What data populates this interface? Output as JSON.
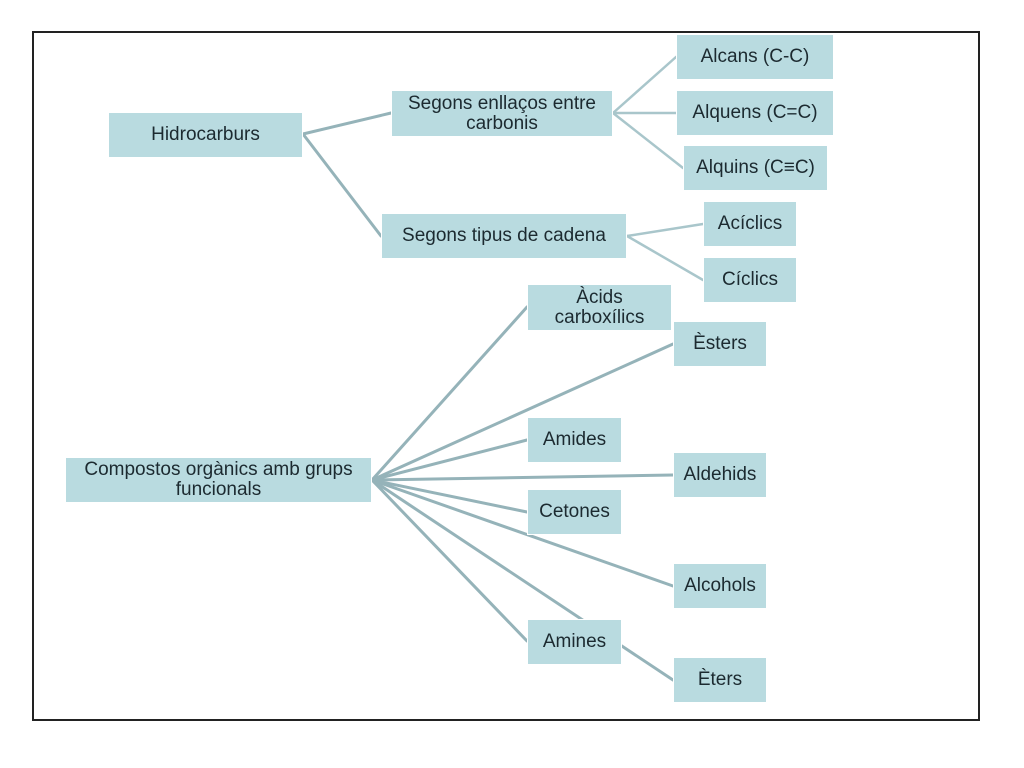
{
  "diagram": {
    "colors": {
      "node_fill": "#b9dbe0",
      "connector": "#95b3b9",
      "text": "#1c2a30",
      "frame": "#222222"
    },
    "nodes": {
      "hidrocarburs": "Hidrocarburs",
      "segons_enllacos": "Segons enllaços entre carbonis",
      "alcans": "Alcans (C-C)",
      "alquens": "Alquens (C=C)",
      "alquins": "Alquins (C≡C)",
      "segons_cadena": "Segons tipus de cadena",
      "aciclics": "Acíclics",
      "ciclics": "Cíclics",
      "compostos": "Compostos orgànics amb grups funcionals",
      "acids": "Àcids carboxílics",
      "esters": "Èsters",
      "amides": "Amides",
      "aldehids": "Aldehids",
      "cetones": "Cetones",
      "alcohols": "Alcohols",
      "amines": "Amines",
      "eters": "Èters"
    }
  }
}
